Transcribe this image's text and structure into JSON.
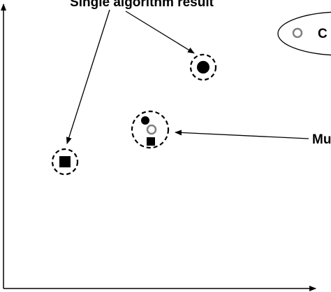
{
  "labels": {
    "single_result": "Single algorithm result",
    "legend_partial": "C",
    "multi_partial": "Mu"
  },
  "colors": {
    "ink": "#000000",
    "hollow_stroke": "#808080",
    "background": "#ffffff"
  },
  "icons": {
    "filled_circle": "filled-circle-marker",
    "filled_square": "filled-square-marker",
    "hollow_circle": "hollow-circle-marker"
  }
}
